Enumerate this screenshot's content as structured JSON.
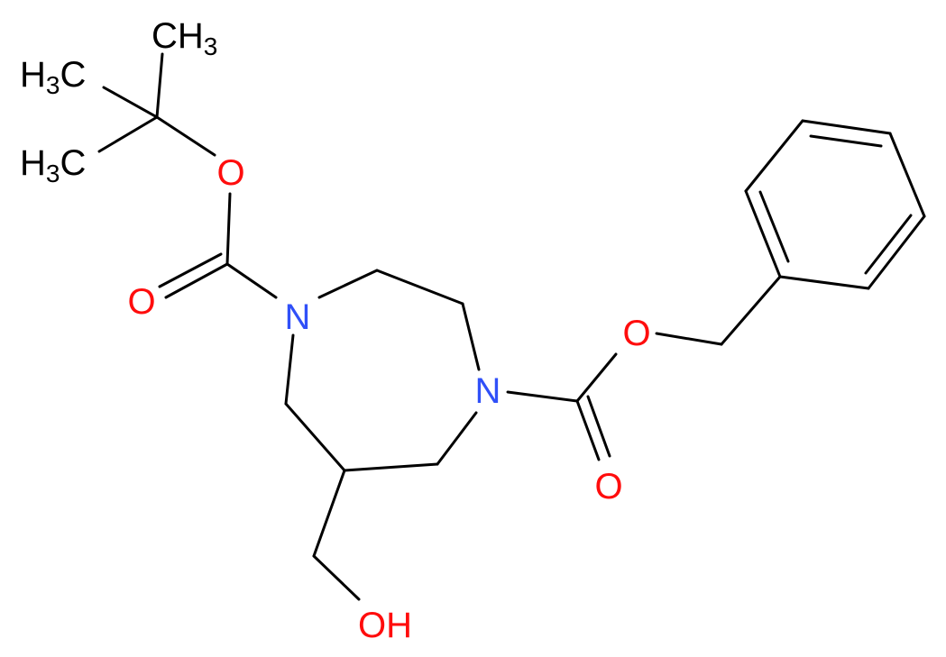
{
  "colors": {
    "bond": "#000000",
    "carbon": "#000000",
    "nitrogen": "#3050F8",
    "oxygen": "#FF0D0D"
  },
  "atoms": {
    "n1": "N",
    "n2": "N",
    "o_boc_ether": "O",
    "o_boc_carbonyl": "O",
    "o_cbz_ether": "O",
    "o_cbz_carbonyl": "O",
    "oh": "OH",
    "ch3_top": {
      "main": "CH",
      "sub": "3"
    },
    "ch3_mid": {
      "main": "H",
      "sub": "3",
      "tail": "C"
    },
    "ch3_low": {
      "main": "H",
      "sub": "3",
      "tail": "C"
    }
  }
}
